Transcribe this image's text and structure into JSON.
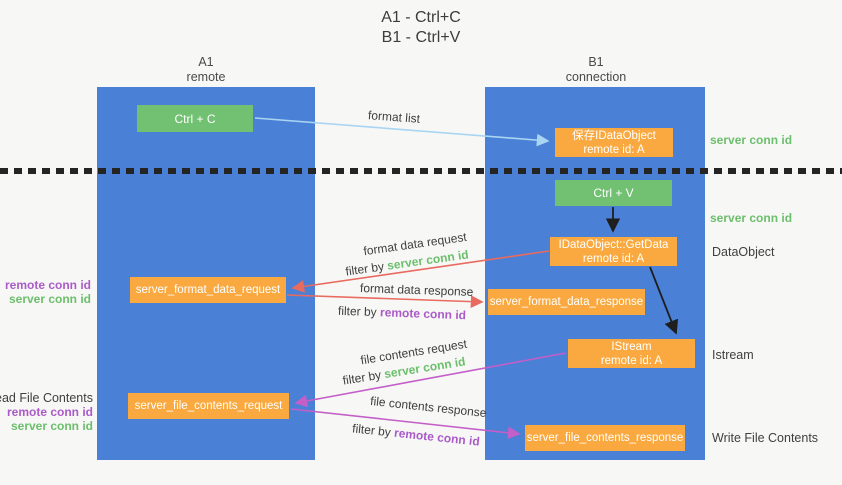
{
  "title": {
    "line1": "A1 - Ctrl+C",
    "line2": "B1 - Ctrl+V"
  },
  "lanes": {
    "a1": {
      "name": "A1",
      "subtitle": "remote"
    },
    "b1": {
      "name": "B1",
      "subtitle": "connection"
    }
  },
  "nodes": {
    "ctrl_c": "Ctrl + C",
    "ctrl_v": "Ctrl + V",
    "save_dataobject": {
      "line1": "保存IDataObject",
      "line2": "remote id: A"
    },
    "getdata": {
      "line1": "IDataObject::GetData",
      "line2": "remote id: A"
    },
    "istream": {
      "line1": "IStream",
      "line2": "remote id: A"
    },
    "format_request": "server_format_data_request",
    "format_response": "server_format_data_response",
    "file_request": "server_file_contents_request",
    "file_response": "server_file_contents_response"
  },
  "arrow_labels": {
    "format_list": "format list",
    "format_data_request": "format data request",
    "format_data_response": "format data response",
    "file_contents_request": "file contents request",
    "file_contents_response": "file contents response",
    "filter_by": "filter by",
    "server_conn_id": "server conn id",
    "remote_conn_id": "remote conn id"
  },
  "side_labels": {
    "server_conn_id_top": "server conn id",
    "server_conn_id_mid": "server conn id",
    "dataobject": "DataObject",
    "istream": "Istream",
    "write_file_contents": "Write File Contents",
    "read_file_contents": "Read File Contents",
    "left1_remote_conn_id": "remote conn id",
    "left1_server_conn_id": "server conn id",
    "left2_remote_conn_id": "remote conn id",
    "left2_server_conn_id": "server conn id"
  },
  "colors": {
    "lane_blue": "#4a80d5",
    "box_green": "#72c072",
    "box_orange": "#f9a93f",
    "arrow_light_blue": "#a9d5f2",
    "arrow_red": "#e96a5f",
    "arrow_magenta": "#c45ec8",
    "arrow_black": "#1e1e1e",
    "text_green": "#6cbf6c",
    "text_purple": "#ab5bc8"
  }
}
